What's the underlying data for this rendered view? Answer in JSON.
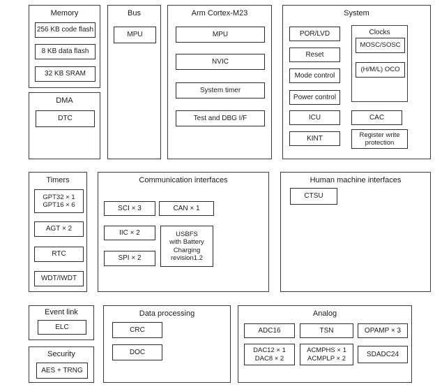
{
  "colors": {
    "background": "#ffffff",
    "border": "#2b2b2b",
    "text": "#1a1a1a"
  },
  "blocks": {
    "memory": {
      "title": "Memory",
      "code_flash": "256 KB code flash",
      "data_flash": "8 KB data flash",
      "sram": "32 KB SRAM"
    },
    "dma": {
      "title": "DMA",
      "dtc": "DTC"
    },
    "bus": {
      "title": "Bus",
      "mpu": "MPU"
    },
    "cortex": {
      "title": "Arm Cortex-M23",
      "mpu": "MPU",
      "nvic": "NVIC",
      "system_timer": "System timer",
      "test_dbg": "Test and DBG I/F"
    },
    "system": {
      "title": "System",
      "por_lvd": "POR/LVD",
      "reset": "Reset",
      "mode_control": "Mode control",
      "power_control": "Power control",
      "icu": "ICU",
      "kint": "KINT",
      "clocks": {
        "title": "Clocks",
        "mosc_sosc": "MOSC/SOSC",
        "oco": "(H/M/L) OCO"
      },
      "cac": "CAC",
      "reg_write_line1": "Register write",
      "reg_write_line2": "protection"
    },
    "timers": {
      "title": "Timers",
      "gpt_line1": "GPT32 × 1",
      "gpt_line2": "GPT16 × 6",
      "agt": "AGT × 2",
      "rtc": "RTC",
      "wdt": "WDT/IWDT"
    },
    "comm": {
      "title": "Communication interfaces",
      "sci": "SCI × 3",
      "can": "CAN × 1",
      "iic": "IIC × 2",
      "spi": "SPI × 2",
      "usbfs_line1": "USBFS",
      "usbfs_line2": "with Battery",
      "usbfs_line3": "Charging",
      "usbfs_line4": "revision1.2"
    },
    "hmi": {
      "title": "Human machine interfaces",
      "ctsu": "CTSU"
    },
    "event_link": {
      "title": "Event link",
      "elc": "ELC"
    },
    "security": {
      "title": "Security",
      "aes_trng": "AES + TRNG"
    },
    "data_processing": {
      "title": "Data processing",
      "crc": "CRC",
      "doc": "DOC"
    },
    "analog": {
      "title": "Analog",
      "adc16": "ADC16",
      "tsn": "TSN",
      "opamp": "OPAMP × 3",
      "dac_line1": "DAC12 × 1",
      "dac_line2": "DAC8 × 2",
      "acmp_line1": "ACMPHS × 1",
      "acmp_line2": "ACMPLP × 2",
      "sdadc": "SDADC24"
    }
  }
}
